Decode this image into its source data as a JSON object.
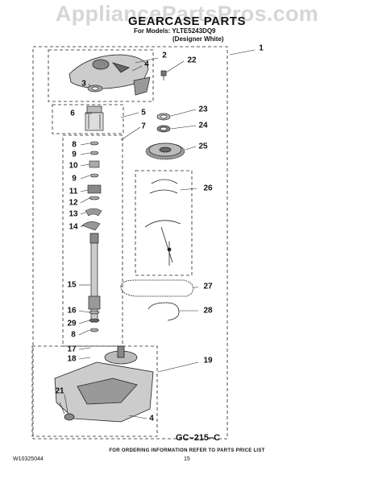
{
  "watermark": "AppliancePartsPros.com",
  "header": {
    "title": "GEARCASE PARTS",
    "models_line": "For Models: YLTE5243DQ9",
    "variant": "(Designer White)"
  },
  "callouts": [
    {
      "id": "c1",
      "label": "1"
    },
    {
      "id": "c2",
      "label": "2"
    },
    {
      "id": "c22",
      "label": "22"
    },
    {
      "id": "c4a",
      "label": "4"
    },
    {
      "id": "c3",
      "label": "3"
    },
    {
      "id": "c5",
      "label": "5"
    },
    {
      "id": "c6",
      "label": "6"
    },
    {
      "id": "c7",
      "label": "7"
    },
    {
      "id": "c23",
      "label": "23"
    },
    {
      "id": "c24",
      "label": "24"
    },
    {
      "id": "c25",
      "label": "25"
    },
    {
      "id": "c8a",
      "label": "8"
    },
    {
      "id": "c9a",
      "label": "9"
    },
    {
      "id": "c10",
      "label": "10"
    },
    {
      "id": "c9b",
      "label": "9"
    },
    {
      "id": "c11",
      "label": "11"
    },
    {
      "id": "c12",
      "label": "12"
    },
    {
      "id": "c13",
      "label": "13"
    },
    {
      "id": "c14",
      "label": "14"
    },
    {
      "id": "c26",
      "label": "26"
    },
    {
      "id": "c15",
      "label": "15"
    },
    {
      "id": "c27",
      "label": "27"
    },
    {
      "id": "c16",
      "label": "16"
    },
    {
      "id": "c28",
      "label": "28"
    },
    {
      "id": "c29",
      "label": "29"
    },
    {
      "id": "c8b",
      "label": "8"
    },
    {
      "id": "c17",
      "label": "17"
    },
    {
      "id": "c18",
      "label": "18"
    },
    {
      "id": "c19",
      "label": "19"
    },
    {
      "id": "c21",
      "label": "21"
    },
    {
      "id": "c4b",
      "label": "4"
    }
  ],
  "diagram_code": "GC–215–C",
  "footer_note": "FOR ORDERING INFORMATION REFER TO PARTS PRICE LIST",
  "doc_number": "W10325044",
  "page_number": "15"
}
